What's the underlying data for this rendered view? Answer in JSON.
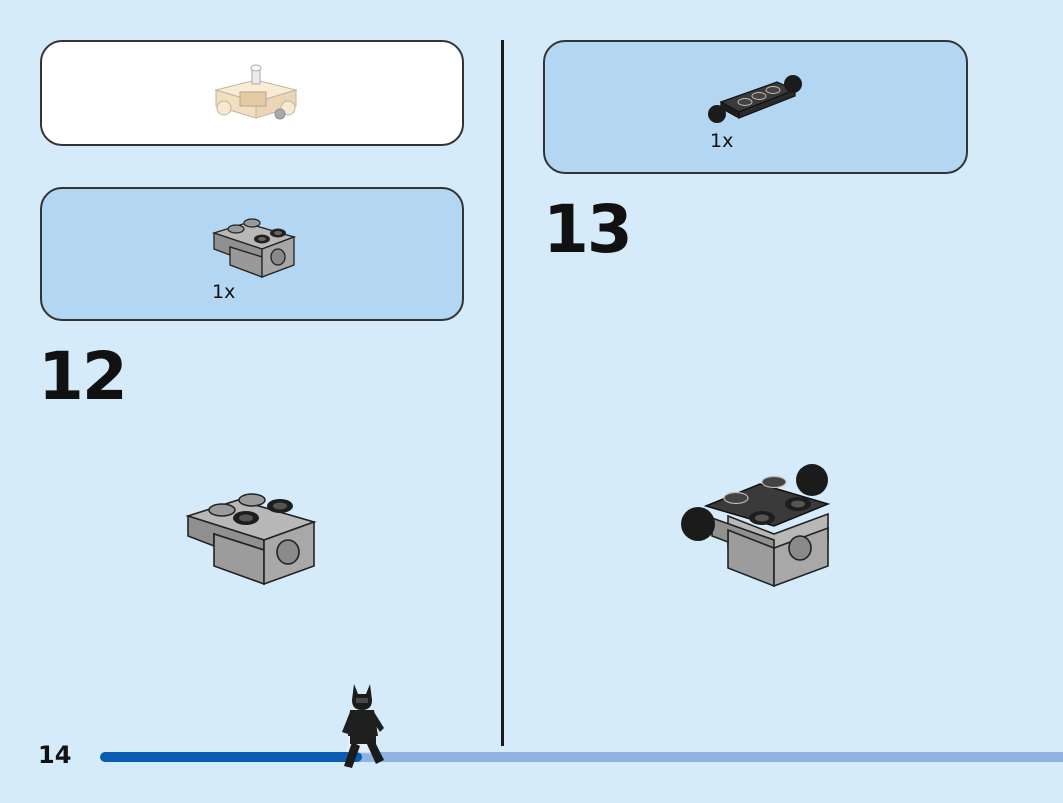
{
  "page": {
    "number": "14",
    "progress": 0.25
  },
  "left": {
    "parts_callout": {
      "quantity": "1x"
    },
    "step_number": "12"
  },
  "right": {
    "parts_callout": {
      "quantity": "1x"
    },
    "step_number": "13"
  },
  "colors": {
    "background": "#d5ebf9",
    "callout_blue": "#b3d6f3",
    "brick_gray": "#a0a0a0",
    "brick_black": "#222222",
    "progress_done": "#0a5cb3",
    "progress_rest": "#8eb2e2"
  },
  "icons": {
    "previous_model": "brick-assembly-ghost-icon",
    "left_part": "gray-brick-with-hole-icon",
    "right_part": "black-plate-with-knobs-icon",
    "step12_result": "gray-brick-with-hole-icon",
    "step13_result": "brick-assembly-icon",
    "mascot": "minifigure-walking-icon"
  }
}
